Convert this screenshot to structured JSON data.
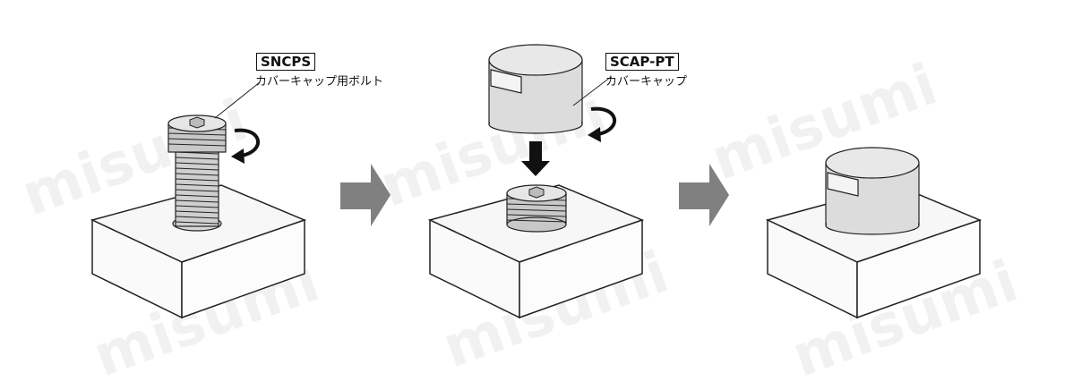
{
  "step1": {
    "part_code": "SNCPS",
    "part_desc": "カバーキャップ用ボルト"
  },
  "step2": {
    "part_code": "SCAP-PT",
    "part_desc": "カバーキャップ"
  },
  "watermark": "misumi",
  "colors": {
    "outline": "#222222",
    "arrow_gray": "#808080",
    "cap_fill": "#dcdcdc",
    "block_fill": "#f5f5f5"
  }
}
